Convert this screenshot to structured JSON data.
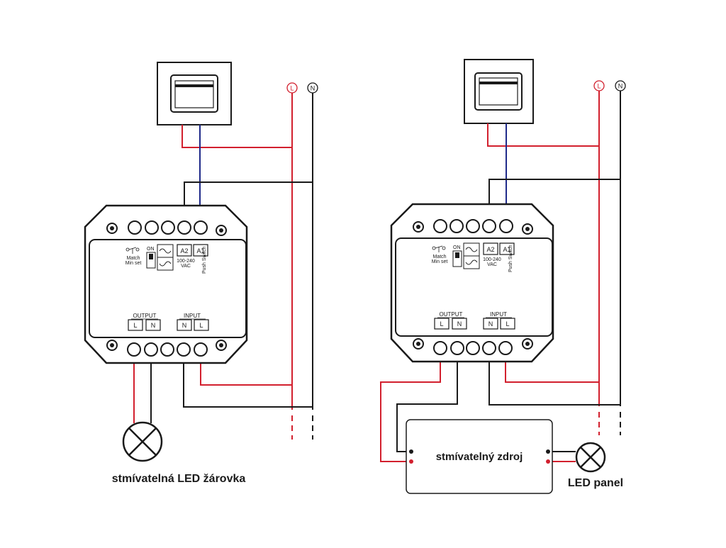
{
  "diagrams": [
    {
      "load_label": "stmívatelná LED žárovka",
      "power_supply_label": "",
      "lines": {
        "live": "L",
        "neutral": "N"
      },
      "module": {
        "output_label": "OUTPUT",
        "input_label": "INPUT",
        "output_terminals": [
          "L",
          "N"
        ],
        "input_terminals": [
          "N",
          "L"
        ],
        "a2": "A2",
        "a1": "A1",
        "on": "ON",
        "voltage": "100-240",
        "vac": "VAC",
        "push_switch": "Push Switch",
        "match_line1": "Match",
        "match_line2": "Min set"
      }
    },
    {
      "load_label": "LED panel",
      "power_supply_label": "stmívatelný zdroj",
      "lines": {
        "live": "L",
        "neutral": "N"
      },
      "module": {
        "output_label": "OUTPUT",
        "input_label": "INPUT",
        "output_terminals": [
          "L",
          "N"
        ],
        "input_terminals": [
          "N",
          "L"
        ],
        "a2": "A2",
        "a1": "A1",
        "on": "ON",
        "voltage": "100-240",
        "vac": "VAC",
        "push_switch": "Push Switch",
        "match_line1": "Match",
        "match_line2": "Min set"
      }
    }
  ],
  "colors": {
    "live_wire": "#d2202e",
    "neutral_wire": "#1a1a1a",
    "switch_wire": "#1f2a8a",
    "outline": "#1a1a1a"
  }
}
